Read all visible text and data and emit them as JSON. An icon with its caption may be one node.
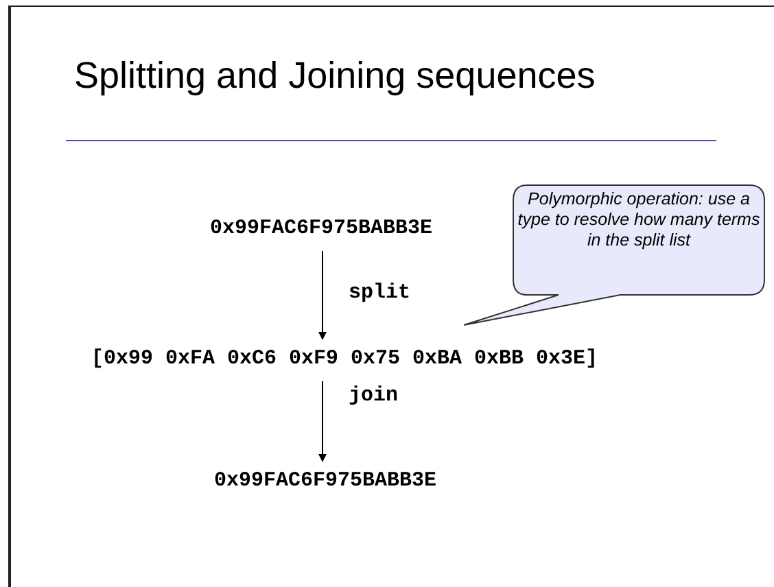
{
  "diagram": {
    "title": "Splitting and Joining sequences",
    "nodes": [
      {
        "text": [
          "0x99FAC6F975BABB3E"
        ]
      },
      {
        "text": [
          "[0x99 0xFA 0xC6 0xF9 0x75 0xBA 0xBB 0x3E]"
        ]
      },
      {
        "text": [
          "0x99FAC6F975BABB3E"
        ]
      },
      {
        "text": [
          "Polymorphic operation: use a type to resolve how many terms in the split list"
        ]
      }
    ],
    "edges": [
      {
        "from": 0,
        "to": 1,
        "arrow": "to",
        "label": "split"
      },
      {
        "from": 1,
        "to": 2,
        "arrow": "to",
        "label": "join"
      }
    ]
  }
}
